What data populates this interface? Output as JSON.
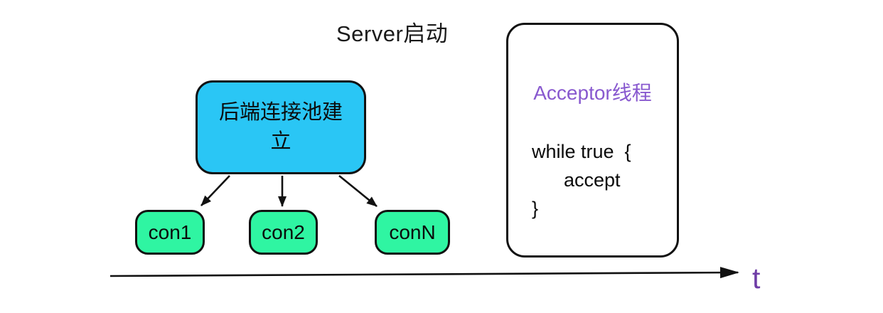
{
  "title": "Server启动",
  "pool_box": {
    "line1": "后端连接池建",
    "line2": "立"
  },
  "connections": [
    {
      "label": "con1"
    },
    {
      "label": "con2"
    },
    {
      "label": "conN"
    }
  ],
  "acceptor_panel": {
    "title": "Acceptor线程",
    "code_line1": "while true  {",
    "code_line2": "accept",
    "code_line3": "}"
  },
  "timeline": {
    "axis_label": "t"
  },
  "colors": {
    "pool_blue": "#2ac6f5",
    "connection_green": "#2ff5a2",
    "acceptor_purple": "#8859cf",
    "timeline_purple": "#6f3da6",
    "stroke_black": "#111111"
  }
}
